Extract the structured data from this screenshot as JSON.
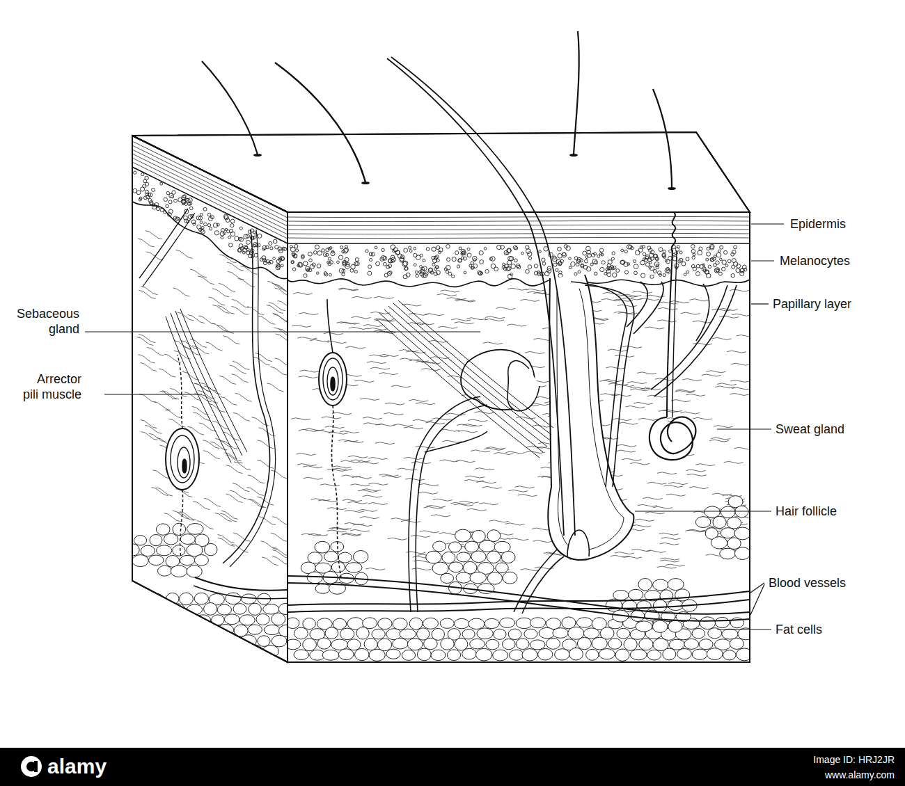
{
  "diagram": {
    "labels": [
      "Sebaceous gland",
      "Arrector pili muscle",
      "Epidermis",
      "Melanocytes",
      "Papillary layer",
      "Sweat gland",
      "Hair follicle",
      "Blood vessels",
      "Fat cells",
      "alamy",
      "Image ID: HRJ2JR",
      "www.alamy.com"
    ]
  }
}
